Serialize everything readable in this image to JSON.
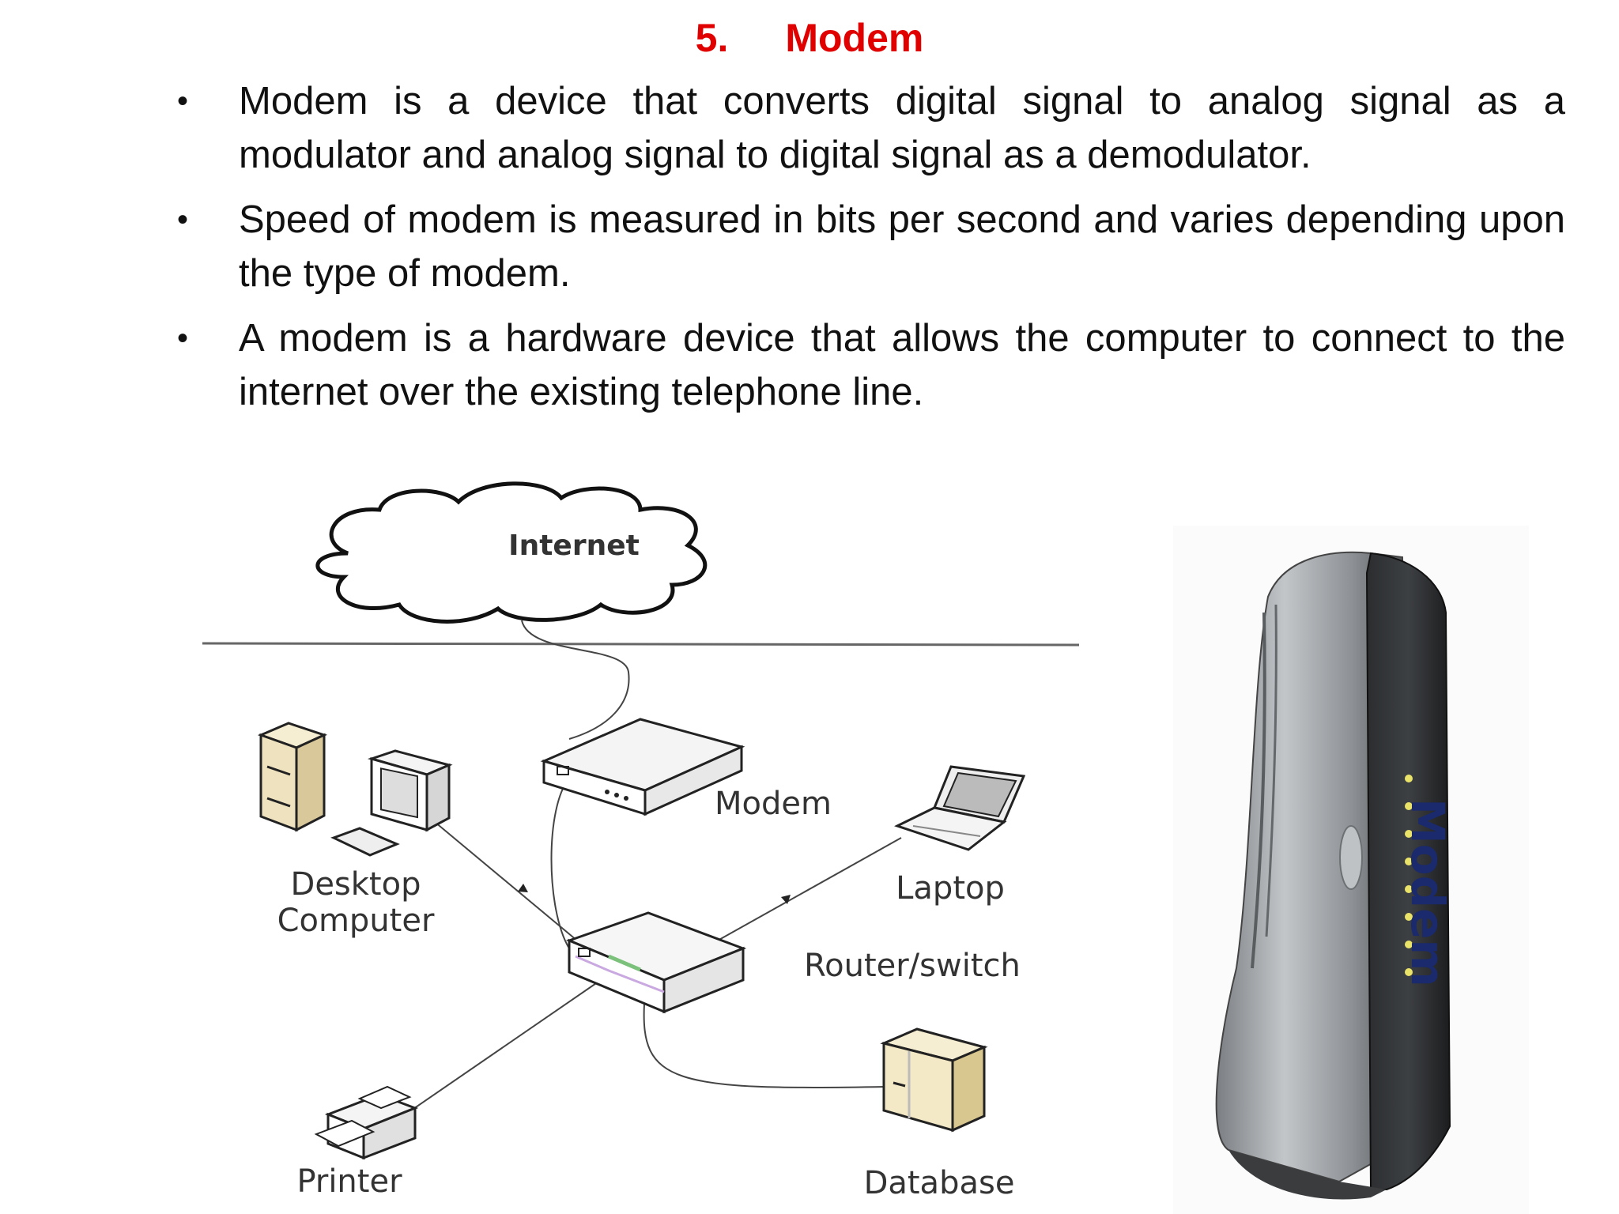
{
  "heading": {
    "number": "5.",
    "title": "Modem"
  },
  "bullets": [
    "Modem is a device that converts digital signal to analog signal as a modulator and analog signal to digital signal as a demodulator.",
    "Speed of modem is measured in bits per second and varies depending upon the type of modem.",
    "A modem is a hardware device that allows the computer to connect to the internet over the existing telephone line."
  ],
  "diagram": {
    "internet": "Internet",
    "modem": "Modem",
    "desktop_line1": "Desktop",
    "desktop_line2": "Computer",
    "laptop": "Laptop",
    "router": "Router/switch",
    "printer": "Printer",
    "database": "Database"
  },
  "photo": {
    "side_label": "Modem"
  }
}
